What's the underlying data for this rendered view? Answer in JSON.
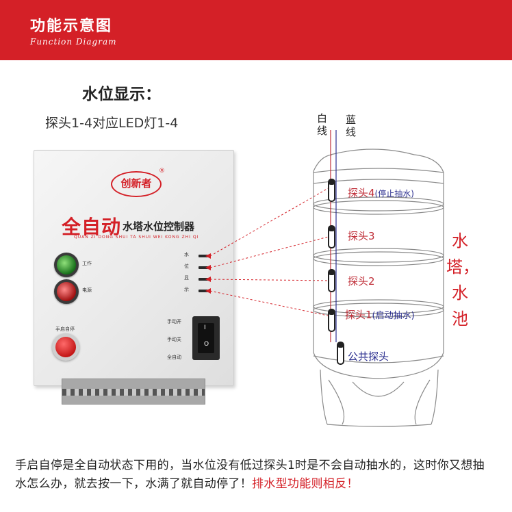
{
  "header": {
    "title": "功能示意图",
    "subtitle": "Function Diagram"
  },
  "section": {
    "title": "水位显示：",
    "subtitle": "探头1-4对应LED灯1-4"
  },
  "controller": {
    "brand_logo": "创新者",
    "trademark": "®",
    "product_highlight": "全自动",
    "product_name": "水塔水位控制器",
    "pinyin": "QUAN ZI DONG SHUI TA SHUI WEI KONG ZHI QI",
    "lamp_green_label": "工作",
    "lamp_red_label": "电源",
    "push_button_label": "手启自停",
    "led_labels": [
      "水",
      "位",
      "显",
      "示"
    ],
    "switch_labels": [
      "手动开",
      "手动关",
      "全自动"
    ],
    "switch_marks": [
      "I",
      "O"
    ]
  },
  "wires": {
    "white": "白线",
    "blue": "蓝线"
  },
  "probes": {
    "p4": "探头4",
    "p4_note": "(停止抽水)",
    "p3": "探头3",
    "p2": "探头2",
    "p1": "探头1",
    "p1_note": "(启动抽水)",
    "common": "公共探头"
  },
  "tank_caption": "水塔，水池",
  "description": {
    "black": "手启自停是全自动状态下用的，当水位没有低过探头1时是不会自动抽水的，这时你又想抽水怎么办，就去按一下，水满了就自动停了！",
    "red": "排水型功能则相反！"
  },
  "colors": {
    "brand_red": "#d42027",
    "wire_white": "#c0303a",
    "wire_blue": "#2b2f8f"
  }
}
